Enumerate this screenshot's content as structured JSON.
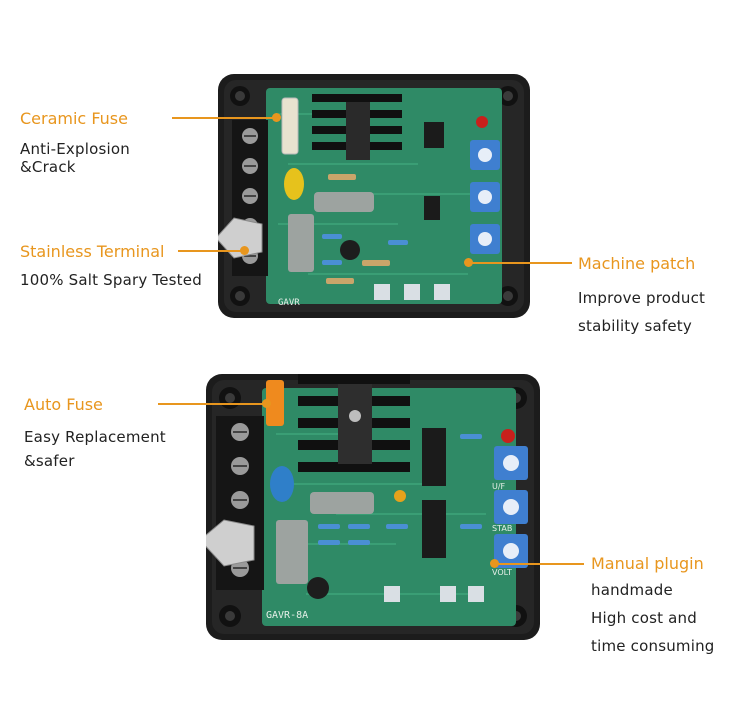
{
  "colors": {
    "accent": "#e8961e",
    "text": "#222222",
    "pcb": "#2f8a66",
    "enclosure": "#1c1c1c"
  },
  "callouts": [
    {
      "id": "ceramic-fuse",
      "title": "Ceramic Fuse",
      "lines": [
        "Anti-Explosion",
        "&Crack"
      ]
    },
    {
      "id": "stainless-terminal",
      "title": "Stainless Terminal",
      "lines": [
        "100% Salt Spary Tested"
      ]
    },
    {
      "id": "machine-patch",
      "title": "Machine patch",
      "lines": [
        "Improve product",
        "stability safety"
      ]
    },
    {
      "id": "auto-fuse",
      "title": "Auto Fuse",
      "lines": [
        "Easy Replacement",
        "&safer"
      ]
    },
    {
      "id": "manual-plugin",
      "title": "Manual plugin",
      "lines": [
        "handmade",
        "High cost and",
        "time consuming"
      ]
    }
  ],
  "boards": {
    "top": {
      "label": "GAVR"
    },
    "bottom": {
      "label": "GAVR-8A",
      "pot_labels": [
        "U/F",
        "STAB",
        "VOLT"
      ]
    }
  }
}
